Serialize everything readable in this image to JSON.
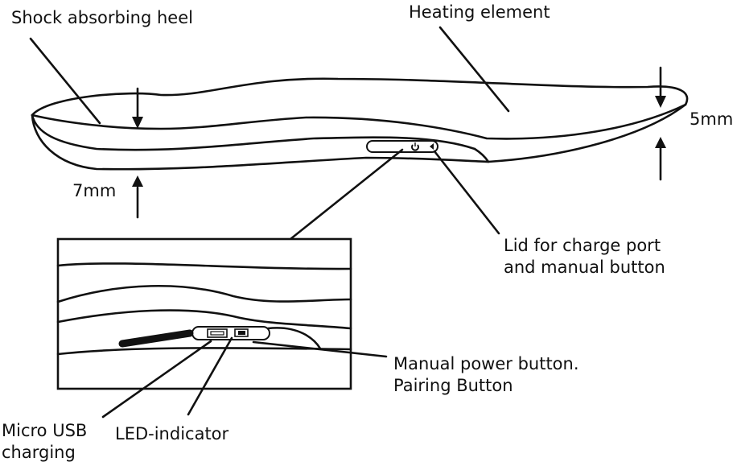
{
  "labels": {
    "heel": "Shock absorbing heel",
    "heating": "Heating element",
    "thickness_toe": "5mm",
    "thickness_heel": "7mm",
    "lid_line1": "Lid for charge port",
    "lid_line2": "and manual button",
    "power_line1": "Manual power button.",
    "power_line2": "Pairing Button",
    "usb_line1": "Micro USB",
    "usb_line2": "charging",
    "led": "LED-indicator"
  },
  "icons": {
    "power": "power-icon",
    "led": "led-icon",
    "usb": "micro-usb-port-icon"
  },
  "colors": {
    "ink": "#111111",
    "background": "#ffffff"
  }
}
